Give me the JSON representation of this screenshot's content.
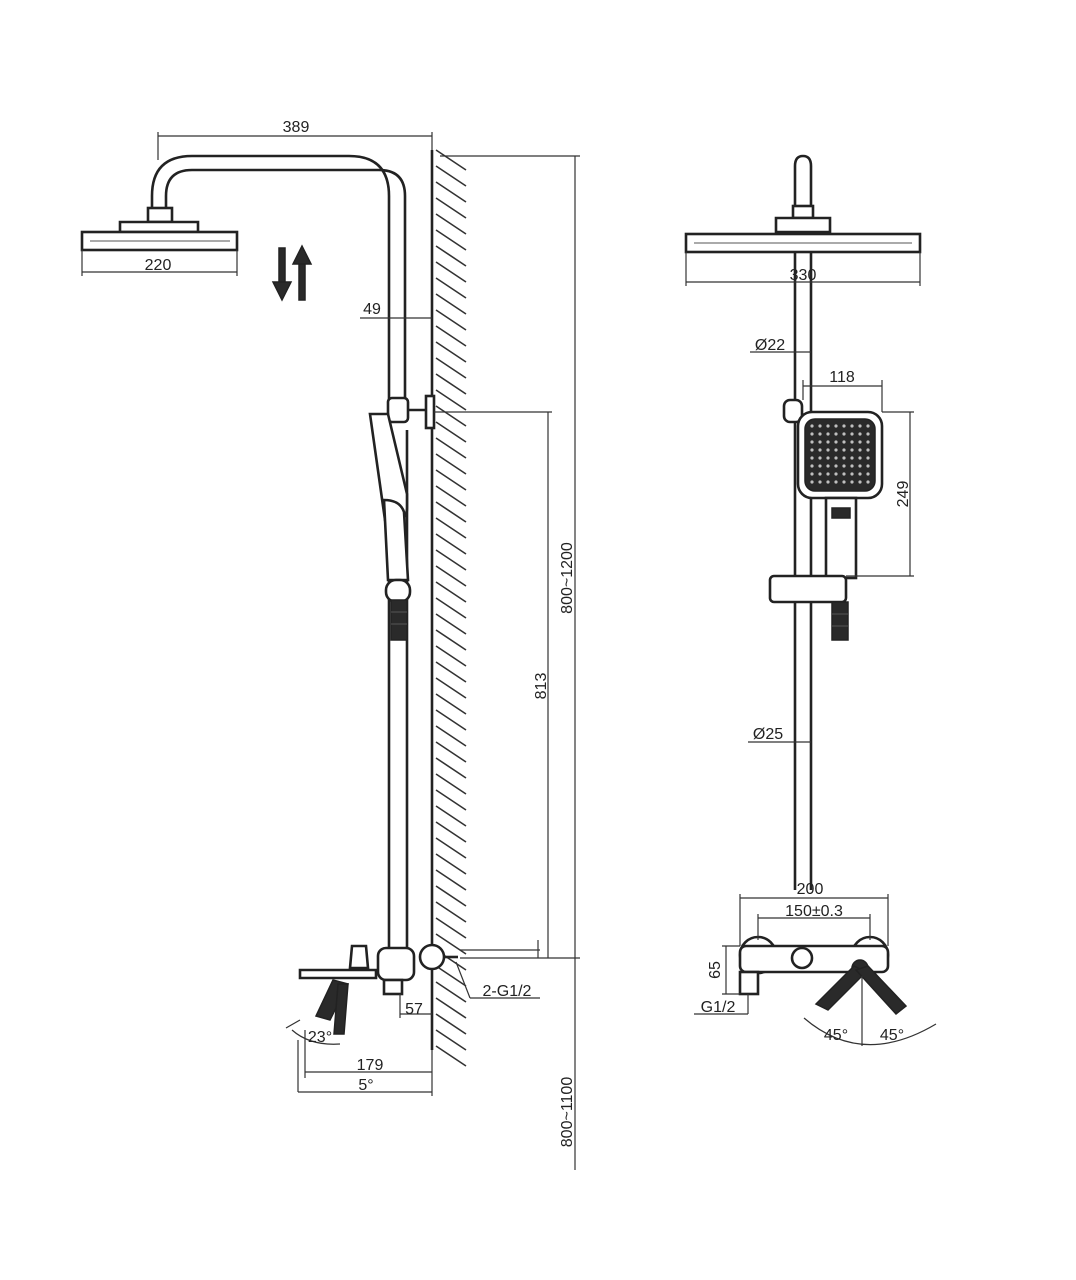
{
  "side_view": {
    "dim_width_total": "389",
    "dim_head_width": "220",
    "dim_offset_wall": "49",
    "dim_height_range": "800~1200",
    "dim_bracket_height": "813",
    "dim_inlet": "2-G1/2",
    "dim_spout_offset": "57",
    "dim_spout_angle": "23°",
    "dim_spout_length": "179",
    "dim_tilt_angle": "5°",
    "dim_floor_height": "800~1100"
  },
  "front_view": {
    "dim_head_width": "330",
    "dim_upper_pipe": "Ø22",
    "dim_handset_width": "118",
    "dim_handset_height": "249",
    "dim_lower_pipe": "Ø25",
    "dim_mixer_width": "200",
    "dim_center_distance": "150±0.3",
    "dim_mixer_height": "65",
    "dim_thread": "G1/2",
    "dim_lever_left": "45°",
    "dim_lever_right": "45°"
  }
}
